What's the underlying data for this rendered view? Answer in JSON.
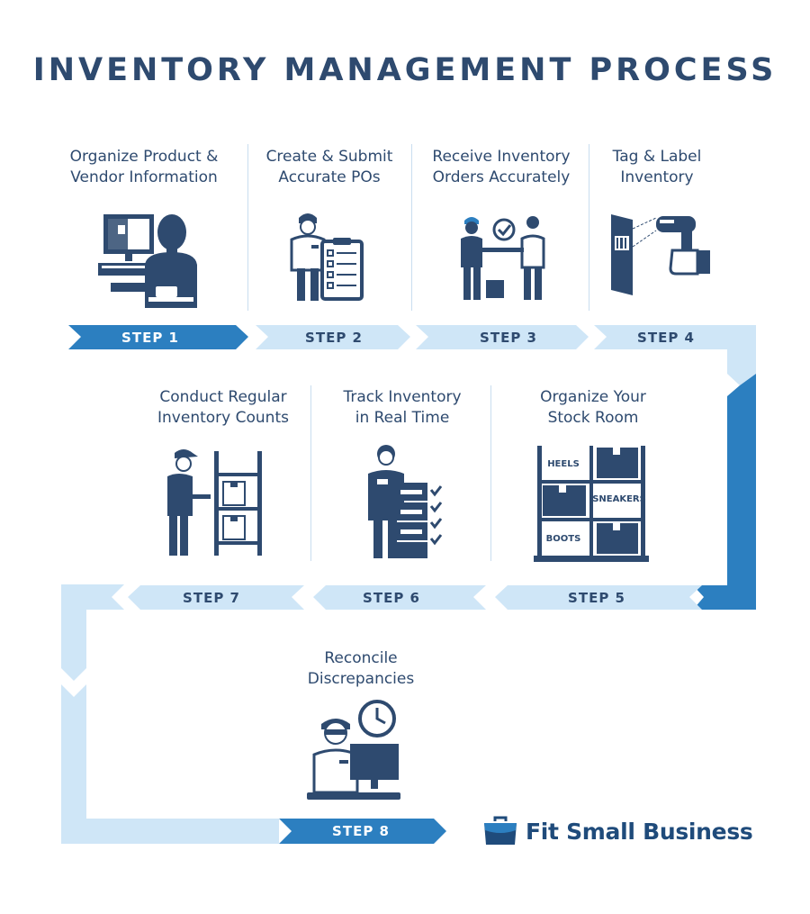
{
  "title": "INVENTORY MANAGEMENT PROCESS",
  "colors": {
    "navy": "#2e4a6f",
    "active_blue": "#2c7fc0",
    "light_blue": "#cfe6f7",
    "text_dark": "#2e4a6f"
  },
  "steps": [
    {
      "label": "STEP 1",
      "title": "Organize Product &\nVendor Information",
      "icon": "computer-worker-icon",
      "active": true
    },
    {
      "label": "STEP 2",
      "title": "Create & Submit\nAccurate POs",
      "icon": "clipboard-worker-icon",
      "active": false
    },
    {
      "label": "STEP 3",
      "title": "Receive Inventory\nOrders Accurately",
      "icon": "handshake-delivery-icon",
      "active": false
    },
    {
      "label": "STEP 4",
      "title": "Tag & Label\nInventory",
      "icon": "barcode-scanner-icon",
      "active": false
    },
    {
      "label": "STEP 5",
      "title": "Organize Your\nStock Room",
      "icon": "stock-shelves-icon",
      "active": false
    },
    {
      "label": "STEP 6",
      "title": "Track Inventory\nin Real Time",
      "icon": "boxes-checklist-icon",
      "active": false
    },
    {
      "label": "STEP 7",
      "title": "Conduct Regular\nInventory Counts",
      "icon": "shelf-counting-icon",
      "active": false
    },
    {
      "label": "STEP 8",
      "title": "Reconcile\nDiscrepancies",
      "icon": "clock-monitor-worker-icon",
      "active": true
    }
  ],
  "shelf_labels": {
    "heels": "HEELS",
    "sneakers": "SNEAKERS",
    "boots": "BOOTS"
  },
  "brand": {
    "name": "Fit Small Business",
    "icon": "briefcase-icon"
  }
}
